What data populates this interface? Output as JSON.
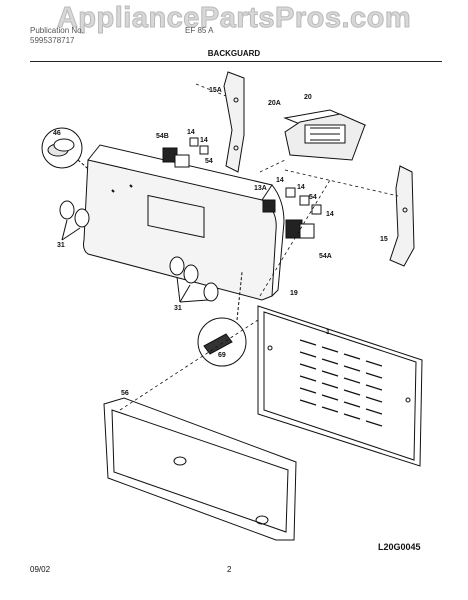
{
  "watermark": "AppliancePartsPros.com",
  "header": {
    "publication_label": "Publication No.",
    "publication_no": "5995378717",
    "model": "EF 85 A",
    "section_title": "BACKGUARD"
  },
  "callouts": {
    "c46": "46",
    "c54b": "54B",
    "c14a": "14",
    "c14b": "14",
    "c54a": "54",
    "c15a": "15A",
    "c20": "20",
    "c20a": "20A",
    "c13a": "13A",
    "c14c": "14",
    "c14d": "14",
    "c54c": "54",
    "c14e": "14",
    "c54a2": "54A",
    "c15": "15",
    "c31a": "31",
    "c31b": "31",
    "c19": "19",
    "c1": "1",
    "c69": "69",
    "c56": "56"
  },
  "footer": {
    "diagram_code": "L20G0045",
    "date": "09/02",
    "page": "2"
  }
}
